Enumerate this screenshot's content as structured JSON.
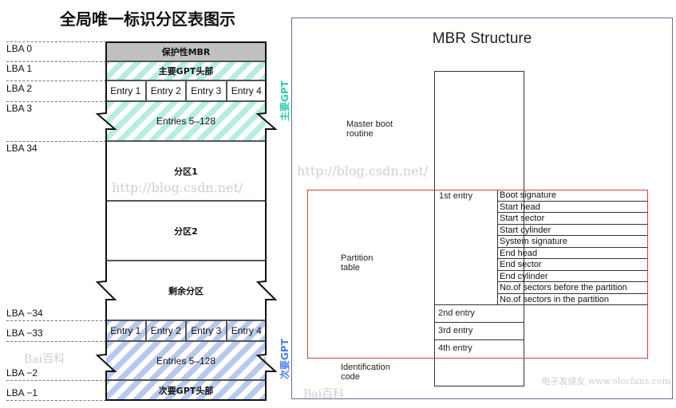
{
  "left": {
    "title": "全局唯一标识分区表图示",
    "lba_labels": [
      "LBA 0",
      "LBA 1",
      "LBA 2",
      "LBA 3",
      "LBA 34",
      "LBA −34",
      "LBA −33",
      "LBA −2",
      "LBA −1"
    ],
    "protective_mbr": "保护性MBR",
    "primary_header": "主要GPT头部",
    "entries": [
      "Entry 1",
      "Entry 2",
      "Entry 3",
      "Entry 4"
    ],
    "entries_rest": "Entries 5–128",
    "partition1": "分区1",
    "partition2": "分区2",
    "remaining": "剩余分区",
    "secondary_header": "次要GPT头部",
    "primary_gpt_label": "主要GPT",
    "secondary_gpt_label": "次要GPT",
    "colors": {
      "primary": "#2bd0b0",
      "secondary": "#4a80f0",
      "mbr": "#c0c0c0"
    }
  },
  "right": {
    "title": "MBR Structure",
    "master_boot": "Master boot routine",
    "partition_table": "Partition table",
    "identification": "Identification code",
    "entries": [
      "1st entry",
      "2nd entry",
      "3rd entry",
      "4th entry"
    ],
    "fields": [
      "Boot signature",
      "Start head",
      "Start sector",
      "Start cylinder",
      "System signature",
      "End head",
      "End sector",
      "End cylinder",
      "No.of sectors before the partition",
      "No.of sectors in the partition"
    ],
    "highlight_color": "#d04040"
  },
  "watermarks": {
    "csdn": "http://blog.csdn.net/",
    "baidu": "Bai百科",
    "elecfans": "电子发烧友 www.elecfans.com"
  }
}
